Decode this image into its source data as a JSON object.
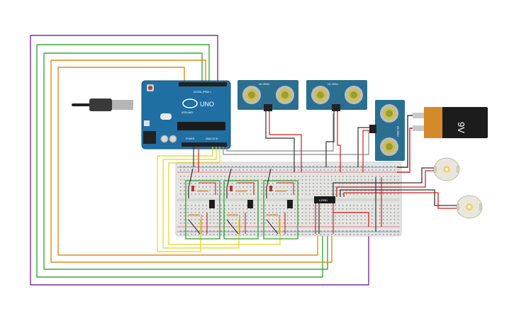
{
  "arduino": {
    "brand": "ARDUINO",
    "model": "UNO",
    "digital_label": "DIGITAL (PWM~)",
    "power_label": "POWER",
    "analog_label": "ANALOG IN"
  },
  "sensors": [
    {
      "label": "HC-SR04"
    },
    {
      "label": "HC-SR04"
    },
    {
      "label": "HC-SR04"
    }
  ],
  "driver_chip": {
    "label": "L293D"
  },
  "battery": {
    "label": "9V"
  },
  "colors": {
    "board": "#1f6fa3",
    "breadboard": "#e4e4e2",
    "wire_red": "#d01e1e",
    "wire_black": "#333333",
    "wire_green": "#3aa83a",
    "wire_orange": "#e38a14",
    "wire_yellow": "#e8d21c",
    "wire_purple": "#7a2f9c",
    "wire_gray": "#8a8a8a",
    "sensor_body": "#2a6f8f",
    "transducer": "#c9c24a",
    "motor": "#e9e6dc"
  }
}
